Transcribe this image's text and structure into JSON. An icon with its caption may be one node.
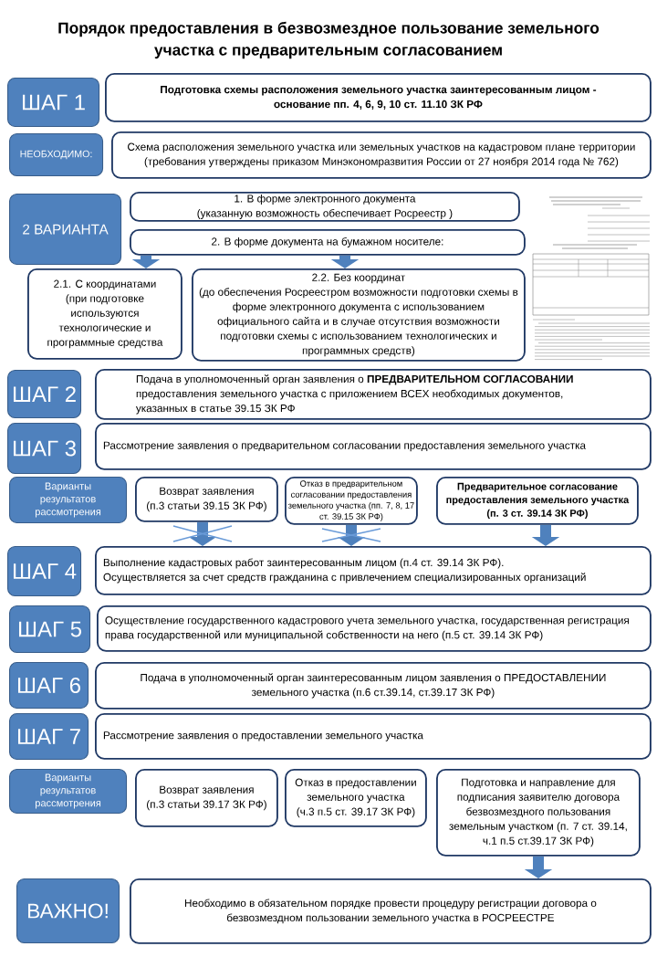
{
  "diagram": {
    "title": "Порядок предоставления в безвозмездное пользование земельного участка с предварительным согласованием",
    "nodes": [
      {
        "text": [
          "ШАГ 1"
        ]
      },
      {
        "text": [
          "Подготовка схемы расположения земельного участка заинтересованным лицом - основание пп. 4, 6, 9, 10 ст. 11.10 ЗК РФ"
        ]
      },
      {
        "text": [
          "НЕОБХОДИМО:"
        ]
      },
      {
        "text": [
          "Схема расположения земельного участка или земельных участков на кадастровом плане территории (требования утверждены приказом Минэкономразвития России от 27 ноября 2014 года № 762)"
        ]
      },
      {
        "text": [
          "2 ВАРИАНТА"
        ]
      },
      {
        "text": [
          "1. В форме электронного документа",
          "(указанную возможность обеспечивает Росреестр )"
        ]
      },
      {
        "text": [
          "2. В форме документа на бумажном носителе:"
        ]
      },
      {
        "text": [
          "2.1. С координатами",
          "(при подготовке используются технологические и программные средства"
        ]
      },
      {
        "text": [
          "2.2. Без координат",
          "(до обеспечения Росреестром возможности подготовки схемы в форме электронного документа с использованием официального сайта и в случае отсутствия возможности подготовки схемы с использованием технологических и программных средств)"
        ]
      },
      {
        "text": [
          "ШАГ 2"
        ]
      },
      {
        "text": [
          "Подача в уполномоченный орган заявления о **ПРЕДВАРИТЕЛЬНОМ СОГЛАСОВАНИИ** предоставления земельного участка с приложением ВСЕХ необходимых документов, указанных в статье 39.15 ЗК РФ"
        ]
      },
      {
        "text": [
          "ШАГ 3"
        ]
      },
      {
        "text": [
          "Рассмотрение заявления о предварительном согласовании предоставления земельного участка"
        ]
      },
      {
        "text": [
          "Варианты результатов рассмотрения"
        ]
      },
      {
        "text": [
          "Возврат заявления",
          "(п.3 статьи 39.15 ЗК РФ)"
        ]
      },
      {
        "text": [
          "Отказ в предварительном согласовании предоставления земельного участка (пп. 7, 8, 17 ст. 39.15 ЗК РФ)"
        ]
      },
      {
        "text": [
          "Предварительное согласование предоставления земельного участка",
          "(п. 3 ст. 39.14 ЗК РФ)"
        ]
      },
      {
        "text": [
          "ШАГ 4"
        ]
      },
      {
        "text": [
          "Выполнение кадастровых работ заинтересованным лицом (п.4 ст. 39.14 ЗК РФ).",
          "Осуществляется за счет средств гражданина с привлечением специализированных организаций"
        ]
      },
      {
        "text": [
          "ШАГ 5"
        ]
      },
      {
        "text": [
          "Осуществление государственного кадастрового учета земельного участка, государственная регистрация права государственной или муниципальной собственности на него (п.5 ст. 39.14 ЗК РФ)"
        ]
      },
      {
        "text": [
          "ШАГ 6"
        ]
      },
      {
        "text": [
          "Подача в уполномоченный орган заинтересованным лицом заявления о ПРЕДОСТАВЛЕНИИ земельного участка (п.6 ст.39.14, ст.39.17 ЗК РФ)"
        ]
      },
      {
        "text": [
          "ШАГ 7"
        ]
      },
      {
        "text": [
          "Рассмотрение заявления о предоставлении земельного участка"
        ]
      },
      {
        "text": [
          "Варианты результатов рассмотрения"
        ]
      },
      {
        "text": [
          "Возврат заявления",
          "(п.3 статьи 39.17 ЗК РФ)"
        ]
      },
      {
        "text": [
          "Отказ в предоставлении земельного участка",
          "(ч.3 п.5 ст. 39.17 ЗК РФ)"
        ]
      },
      {
        "text": [
          "Подготовка и направление для подписания заявителю договора безвозмездного пользования земельным участком (п. 7 ст. 39.14, ч.1 п.5 ст.39.17 ЗК РФ)"
        ]
      },
      {
        "text": [
          "ВАЖНО!"
        ]
      },
      {
        "text": [
          "Необходимо в обязательном порядке провести процедуру регистрации договора о безвозмездном пользовании земельного участка в РОСРЕЕСТРЕ"
        ]
      }
    ],
    "edges": [
      {
        "from": 6,
        "to": 7,
        "arrow": "to"
      },
      {
        "from": 6,
        "to": 8,
        "arrow": "to"
      },
      {
        "from": 14,
        "to": 18,
        "arrow": "to"
      },
      {
        "from": 15,
        "to": 18,
        "arrow": "to"
      },
      {
        "from": 16,
        "to": 18,
        "arrow": "to"
      },
      {
        "from": 28,
        "to": 30,
        "arrow": "to"
      }
    ]
  }
}
